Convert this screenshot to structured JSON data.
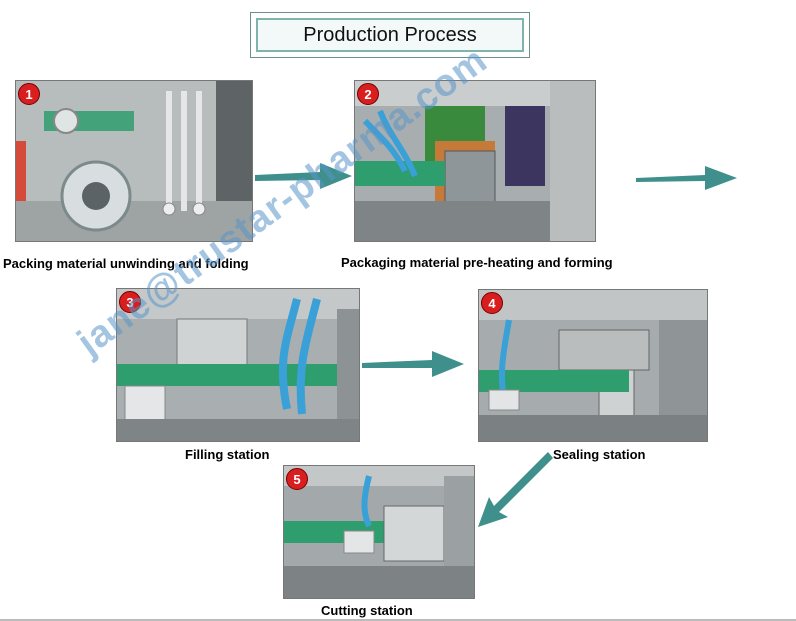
{
  "title": "Production Process",
  "watermark": "jane@trustar-pharma.com",
  "steps": [
    {
      "number": "1",
      "caption": "Packing material unwinding and folding"
    },
    {
      "number": "2",
      "caption": "Packaging material pre-heating and forming"
    },
    {
      "number": "3",
      "caption": "Filling station"
    },
    {
      "number": "4",
      "caption": "Sealing station"
    },
    {
      "number": "5",
      "caption": "Cutting station"
    }
  ],
  "colors": {
    "arrow": "#3f8f8c",
    "badge": "#d81e1e",
    "machine_green": "#2f9e6e",
    "tube_blue": "#3aa0d8"
  }
}
